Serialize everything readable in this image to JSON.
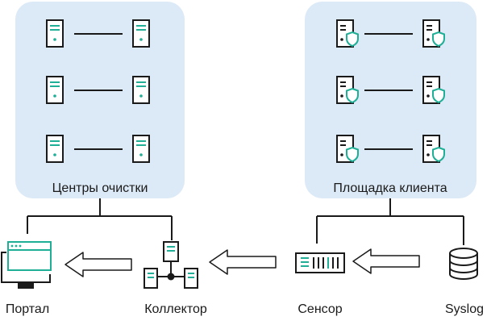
{
  "colors": {
    "panel": "#dce9f6",
    "stroke": "#1a1a1a",
    "accent": "#1fae96",
    "arrow_fill": "#ffffff"
  },
  "left_panel": {
    "label": "Центры очистки",
    "icon": "server-icon"
  },
  "right_panel": {
    "label": "Площадка клиента",
    "icon": "protected-server-icon"
  },
  "nodes": {
    "portal": {
      "label": "Портал",
      "icon": "monitor-icon"
    },
    "collector": {
      "label": "Коллектор",
      "icon": "network-hub-icon"
    },
    "sensor": {
      "label": "Сенсор",
      "icon": "sensor-device-icon"
    },
    "syslog": {
      "label": "Syslog",
      "icon": "database-icon"
    }
  }
}
